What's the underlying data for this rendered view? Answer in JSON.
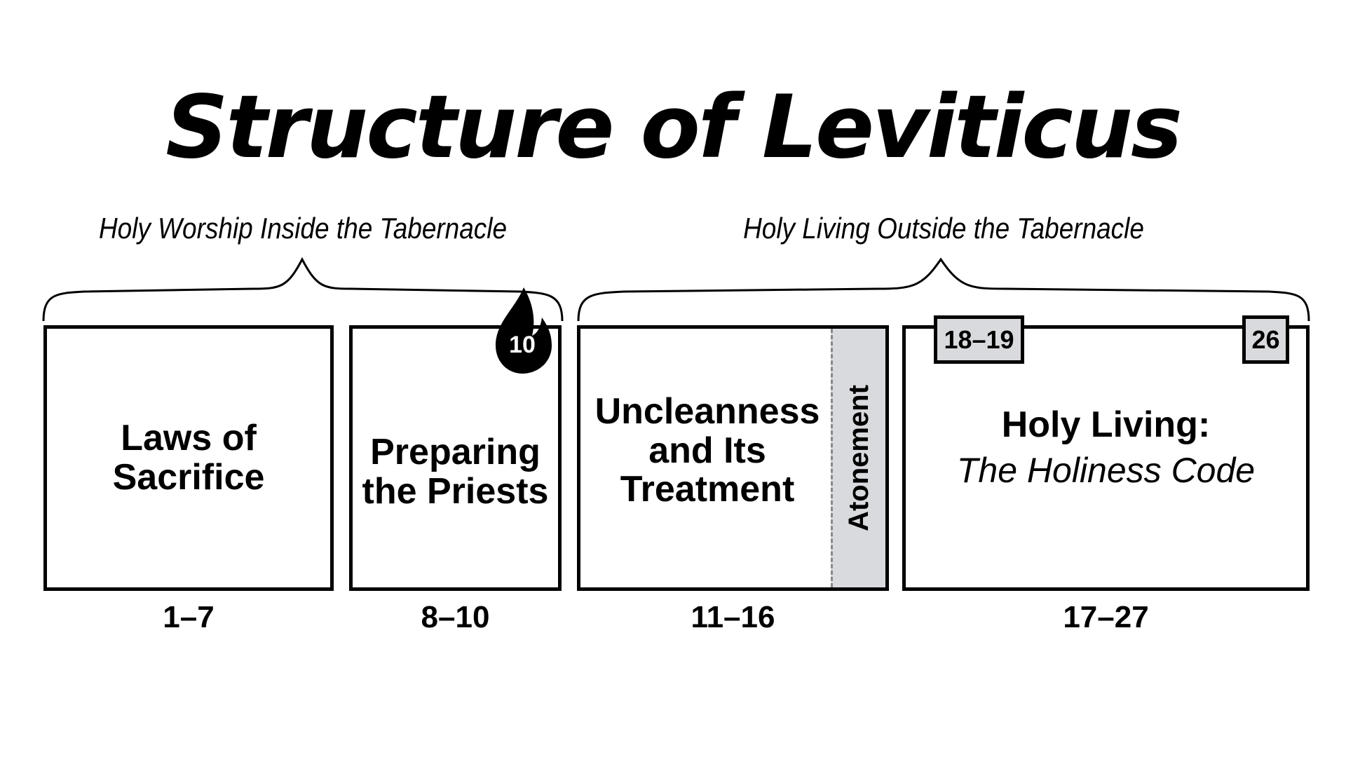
{
  "title": "Structure of Leviticus",
  "sections": [
    {
      "label": "Holy Worship Inside the Tabernacle"
    },
    {
      "label": "Holy Living Outside the Tabernacle"
    }
  ],
  "boxes": [
    {
      "line1": "Laws of",
      "line2": "Sacrifice",
      "range": "1–7"
    },
    {
      "line1": "Preparing",
      "line2": "the Priests",
      "range": "8–10",
      "badge": "10",
      "badge_icon": "flame-icon"
    },
    {
      "line1": "Uncleanness",
      "line2": "and Its",
      "line3": "Treatment",
      "range": "11–16",
      "side_label": "Atonement"
    },
    {
      "line1": "Holy Living:",
      "line2": "The Holiness Code",
      "range": "17–27",
      "tabs": [
        "18–19",
        "26"
      ]
    }
  ],
  "colors": {
    "highlight": "#d9dade",
    "ink": "#000000"
  }
}
